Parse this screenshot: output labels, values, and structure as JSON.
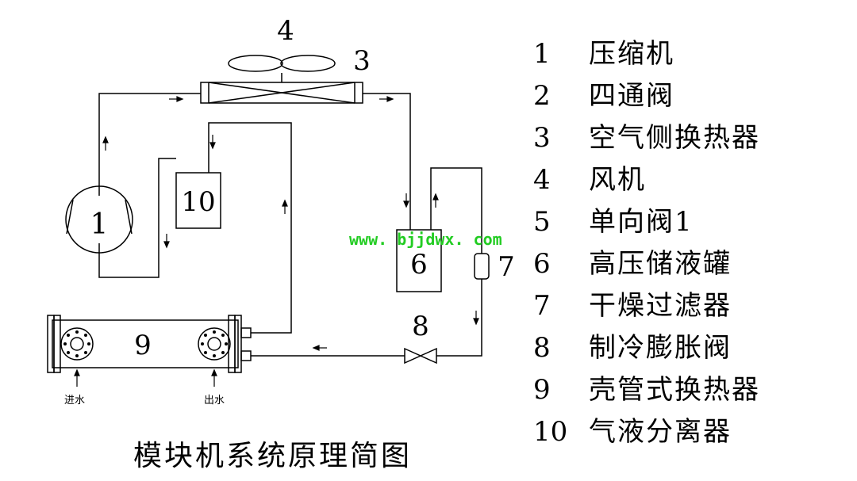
{
  "diagram": {
    "title": "模块机系统原理简图",
    "watermark": "www. bjjdwx. com",
    "component_numbers": {
      "compressor": "1",
      "fan": "4",
      "air_exchanger": "3",
      "separator": "10",
      "receiver": "6",
      "filter": "7",
      "expansion_valve": "8",
      "shell_tube": "9"
    },
    "water_labels": {
      "inlet": "进水",
      "outlet": "出水"
    }
  },
  "legend": [
    {
      "num": "1",
      "label": "压缩机"
    },
    {
      "num": "2",
      "label": "四通阀"
    },
    {
      "num": "3",
      "label": "空气侧换热器"
    },
    {
      "num": "4",
      "label": "风机"
    },
    {
      "num": "5",
      "label": "单向阀1"
    },
    {
      "num": "6",
      "label": "高压储液罐"
    },
    {
      "num": "7",
      "label": "干燥过滤器"
    },
    {
      "num": "8",
      "label": "制冷膨胀阀"
    },
    {
      "num": "9",
      "label": "壳管式换热器"
    },
    {
      "num": "10",
      "label": "气液分离器"
    }
  ]
}
